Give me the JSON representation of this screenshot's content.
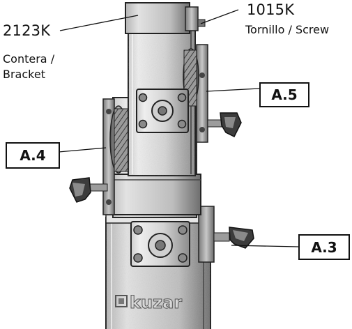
{
  "parts": {
    "bracket": {
      "code": "2123K",
      "desc_line1": "Contera /",
      "desc_line2": "Bracket"
    },
    "screw": {
      "code": "1015K",
      "desc": "Tornillo / Screw"
    }
  },
  "callouts": {
    "a5": "A.5",
    "a4": "A.4",
    "a3": "A.3"
  },
  "logo": {
    "text": "kuzar"
  },
  "colors": {
    "ink": "#111111",
    "metal_light": "#d9d9d9",
    "metal_mid": "#a8a8a8",
    "metal_dark": "#5a5a5a"
  }
}
